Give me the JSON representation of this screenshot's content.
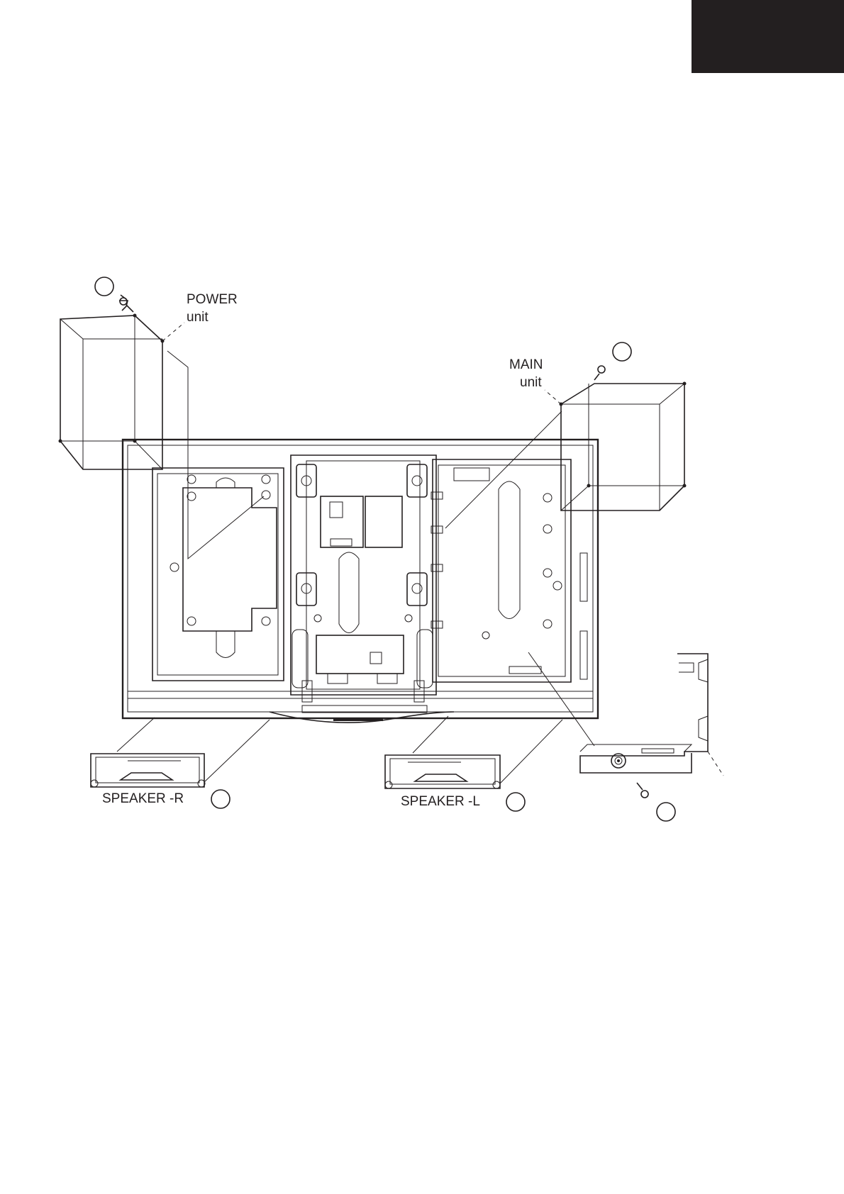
{
  "colors": {
    "ink": "#231f20",
    "background": "#ffffff",
    "corner_tab": "#231f20"
  },
  "labels": {
    "power_unit_line1": "POWER",
    "power_unit_line2": "unit",
    "main_unit_line1": "MAIN",
    "main_unit_line2": "unit",
    "speaker_r": "SPEAKER -R",
    "speaker_l": "SPEAKER -L"
  },
  "icons": [
    "screw-icon",
    "callout-circle-icon"
  ]
}
